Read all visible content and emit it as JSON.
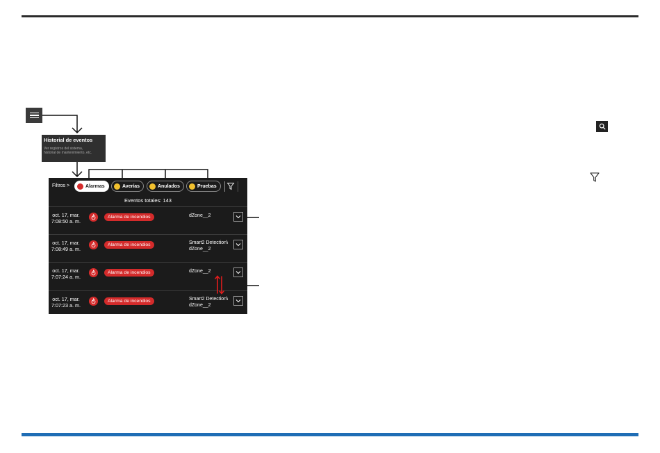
{
  "tile": {
    "title": "Historial de eventos",
    "description_line1": "Ver registros del sistema,",
    "description_line2": "historial de mantenimiento, etc."
  },
  "filters": {
    "label": "Filtros >",
    "chips": [
      {
        "label": "Alarmas",
        "color": "#d42b2b",
        "selected": true
      },
      {
        "label": "Averías",
        "color": "#f2c12e",
        "selected": false
      },
      {
        "label": "Anulados",
        "color": "#f2c12e",
        "selected": false
      },
      {
        "label": "Pruebas",
        "color": "#f2c12e",
        "selected": false
      }
    ]
  },
  "total_label": "Eventos totales: 143",
  "events": [
    {
      "date": "oct. 17, mar.",
      "time": "7:08:50 a. m.",
      "type": "Alarma de incendios",
      "zone_line1": "dZone__2",
      "zone_line2": ""
    },
    {
      "date": "oct. 17, mar.",
      "time": "7:08:49 a. m.",
      "type": "Alarma de incendios",
      "zone_line1": "Smart2 Detection\\",
      "zone_line2": "dZone__2"
    },
    {
      "date": "oct. 17, mar.",
      "time": "7:07:24 a. m.",
      "type": "Alarma de incendios",
      "zone_line1": "dZone__2",
      "zone_line2": ""
    },
    {
      "date": "oct. 17, mar.",
      "time": "7:07:23 a. m.",
      "type": "Alarma de incendios",
      "zone_line1": "Smart2 Detection\\",
      "zone_line2": "dZone__2"
    }
  ],
  "colors": {
    "alarm": "#d42b2b",
    "warning": "#f2c12e",
    "panel_bg": "#1b1b1b",
    "bottom_rule": "#1f6db5"
  },
  "icons": [
    "menu-icon",
    "search-icon",
    "filter-icon",
    "fire-icon",
    "chevron-down-icon",
    "scroll-arrows-icon"
  ]
}
